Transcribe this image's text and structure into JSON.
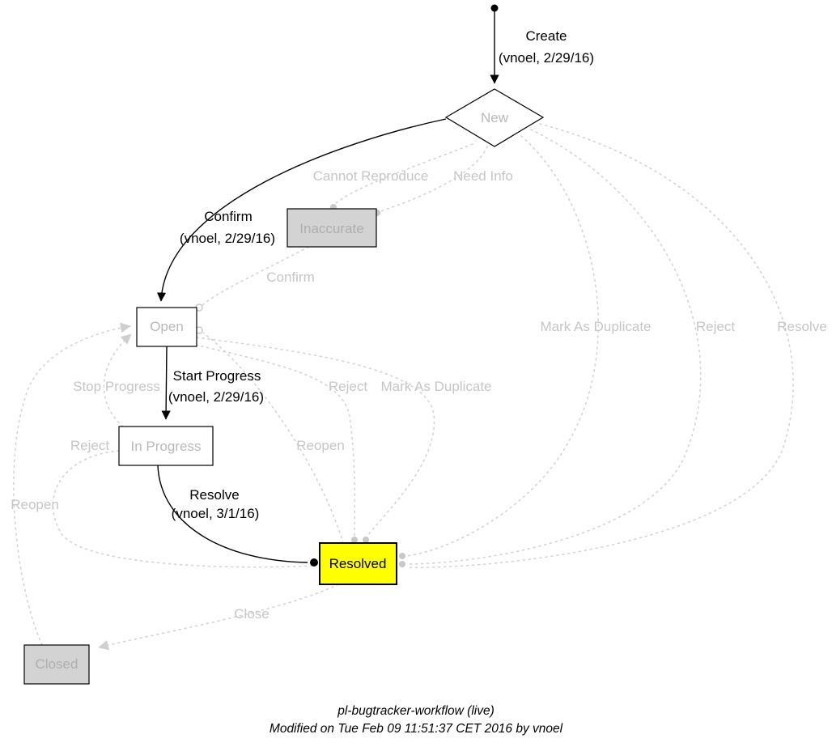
{
  "diagram": {
    "nodes": {
      "new": {
        "label": "New"
      },
      "inaccurate": {
        "label": "Inaccurate"
      },
      "open": {
        "label": "Open"
      },
      "in_progress": {
        "label": "In Progress"
      },
      "resolved": {
        "label": "Resolved"
      },
      "closed": {
        "label": "Closed"
      }
    },
    "edges": {
      "create": {
        "label": "Create",
        "meta": "(vnoel, 2/29/16)"
      },
      "confirm_new_open": {
        "label": "Confirm",
        "meta": "(vnoel, 2/29/16)"
      },
      "start_progress": {
        "label": "Start Progress",
        "meta": "(vnoel, 2/29/16)"
      },
      "resolve_in_progress": {
        "label": "Resolve",
        "meta": "(vnoel, 3/1/16)"
      },
      "cannot_reproduce": {
        "label": "Cannot Reproduce"
      },
      "need_info": {
        "label": "Need Info"
      },
      "confirm_inaccurate": {
        "label": "Confirm"
      },
      "mark_as_duplicate_new": {
        "label": "Mark As Duplicate"
      },
      "reject_new": {
        "label": "Reject"
      },
      "resolve_new": {
        "label": "Resolve"
      },
      "stop_progress": {
        "label": "Stop Progress"
      },
      "reject_open": {
        "label": "Reject"
      },
      "mark_as_duplicate_open": {
        "label": "Mark As Duplicate"
      },
      "reject_in_progress": {
        "label": "Reject"
      },
      "reopen_resolved": {
        "label": "Reopen"
      },
      "reopen_closed": {
        "label": "Reopen"
      },
      "close": {
        "label": "Close"
      }
    },
    "colors": {
      "highlight_node": "#ffff00",
      "gray_node": "#d3d3d3",
      "muted_label": "#c6c6c6",
      "dotted_edge": "#d4d4d4",
      "active_edge": "#000000"
    }
  },
  "caption": {
    "line1": "pl-bugtracker-workflow (live)",
    "line2": "Modified on Tue Feb 09 11:51:37 CET 2016 by vnoel"
  }
}
